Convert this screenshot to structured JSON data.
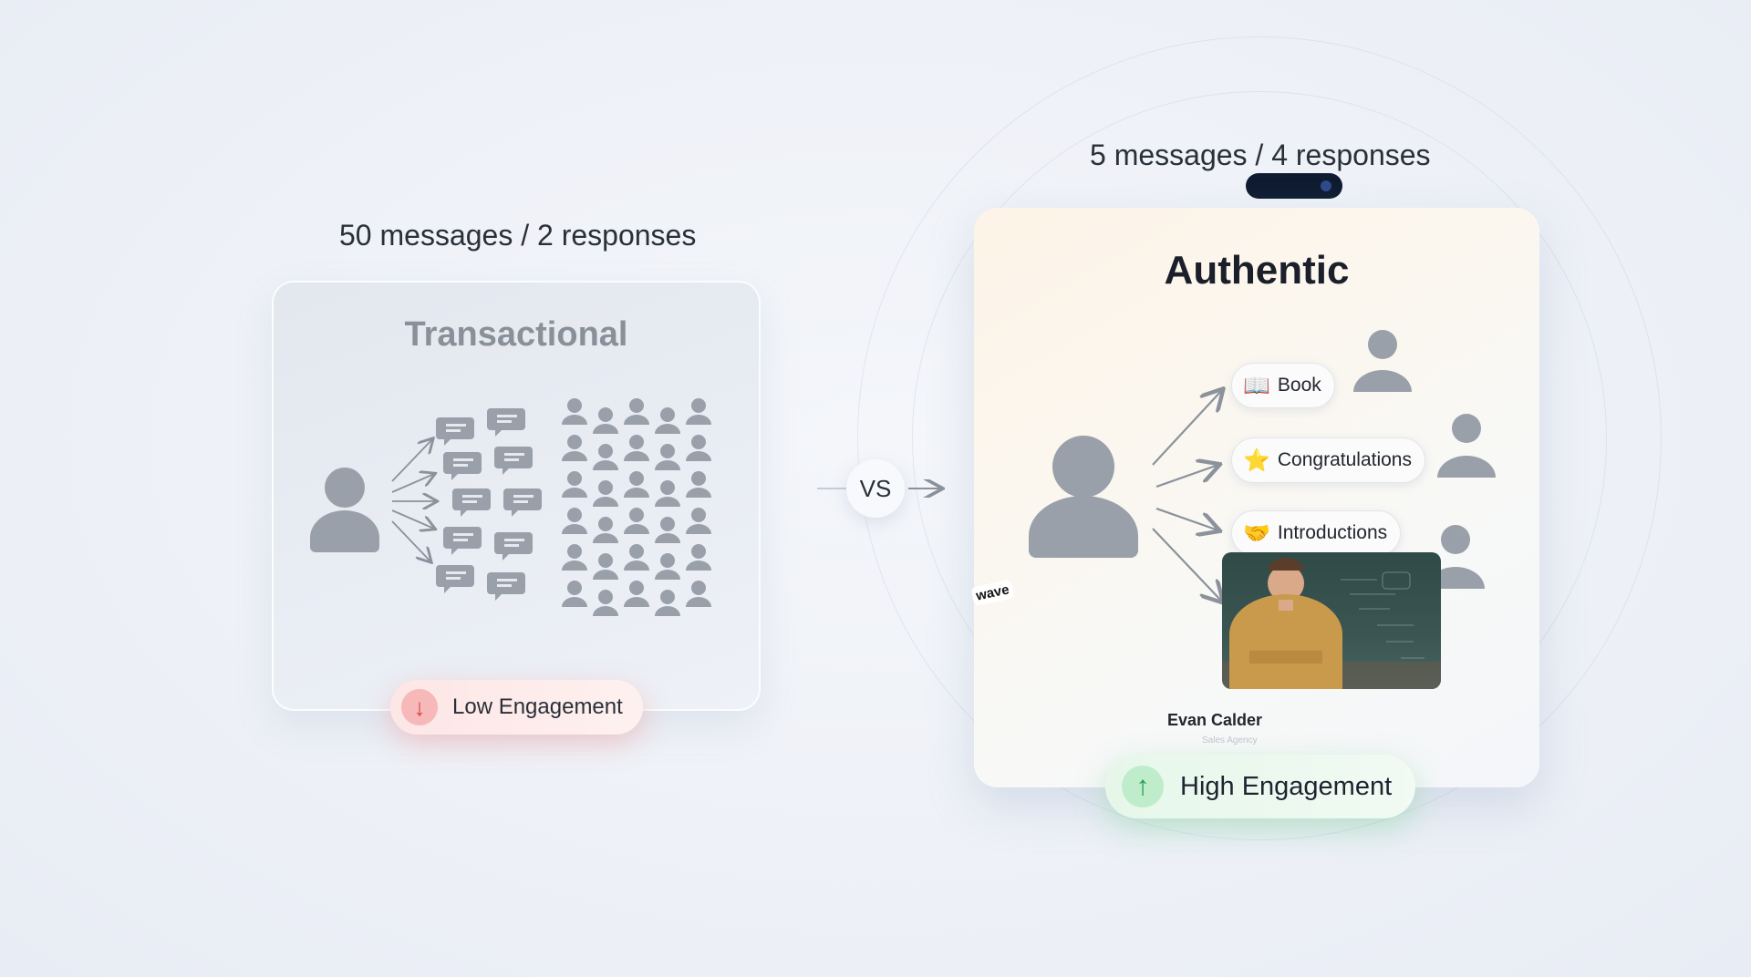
{
  "left": {
    "caption": "50 messages / 2 responses",
    "title": "Transactional",
    "badge": "Low Engagement",
    "badge_icon": "arrow-down-icon",
    "colors": {
      "badge_bg": "#fde6e6",
      "badge_icon": "#dd4444"
    }
  },
  "vs": {
    "label": "VS"
  },
  "right": {
    "caption": "5 messages / 4 responses",
    "title": "Authentic",
    "chips": [
      {
        "emoji": "📖",
        "label": "Book"
      },
      {
        "emoji": "⭐",
        "label": "Congratulations"
      },
      {
        "emoji": "🤝",
        "label": "Introductions"
      }
    ],
    "person_name": "Evan Calder",
    "person_subtitle": "Sales Agency",
    "sticker": "wave",
    "badge": "High Engagement",
    "badge_icon": "arrow-up-icon",
    "colors": {
      "badge_bg": "#e6f7ea",
      "badge_icon": "#2a9c55"
    }
  }
}
